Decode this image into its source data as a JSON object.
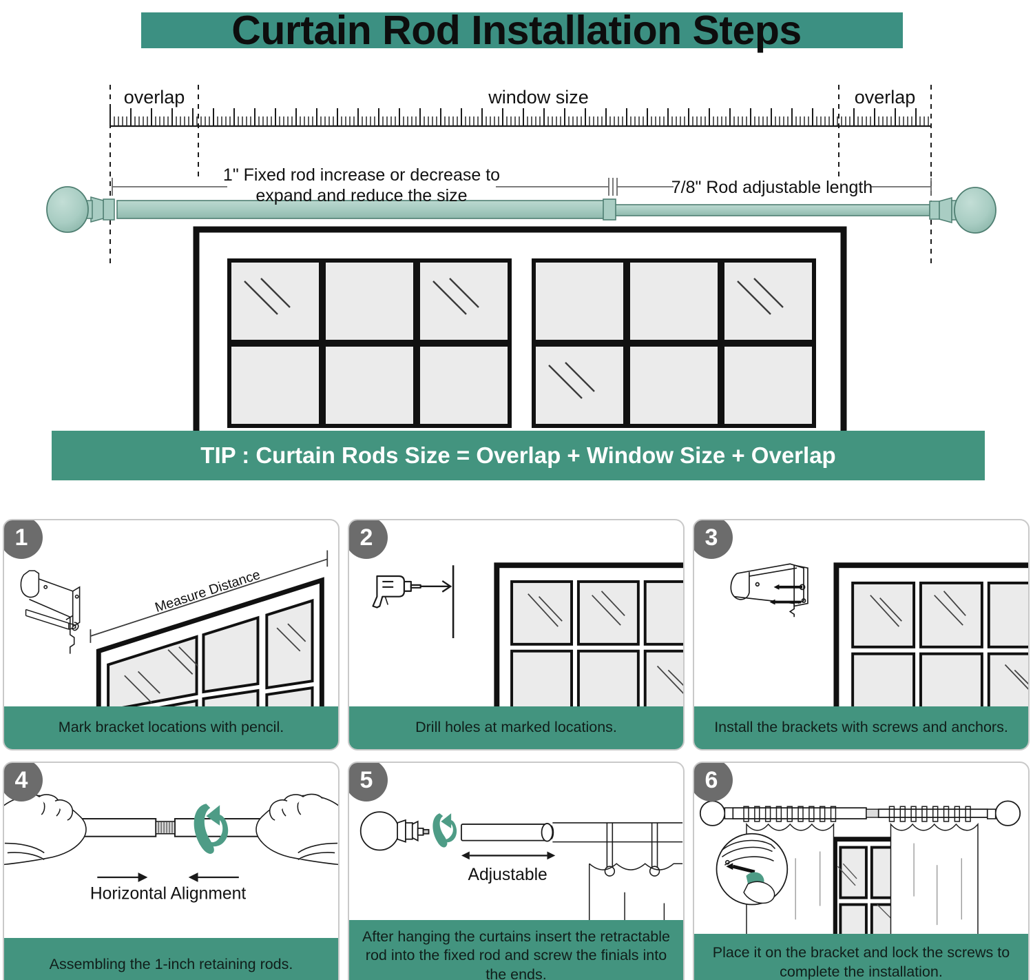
{
  "header": {
    "title": "Curtain Rod Installation Steps",
    "band_color": "#3c9082",
    "title_color": "#0d0d0d"
  },
  "hero": {
    "labels": {
      "overlap_left": "overlap",
      "window_size": "window size",
      "overlap_right": "overlap",
      "fixed_rod_line1": "1\" Fixed rod increase or decrease to",
      "fixed_rod_line2": "expand and reduce the size",
      "adjustable_length": "7/8\" Rod adjustable length"
    },
    "rod_color": "#a9cdc3",
    "rod_outline": "#4f7f72",
    "window_pane_color": "#ebebeb",
    "window_frame_color": "#111111"
  },
  "tip": {
    "text": "TIP : Curtain Rods Size = Overlap + Window Size + Overlap",
    "background": "#43947f",
    "text_color": "#ffffff"
  },
  "steps": [
    {
      "number": "1",
      "caption": "Mark bracket locations with pencil.",
      "annotation": "Measure Distance",
      "icons": [
        "bracket-icon",
        "pencil-icon",
        "window-perspective-icon",
        "dimension-arrow-icon"
      ]
    },
    {
      "number": "2",
      "caption": "Drill holes at marked locations.",
      "annotation": "",
      "icons": [
        "drill-icon",
        "arrow-right-icon",
        "wall-line-icon",
        "window-icon"
      ]
    },
    {
      "number": "3",
      "caption": "Install the brackets with screws and anchors.",
      "annotation": "",
      "icons": [
        "bracket-icon",
        "screw-icon",
        "window-icon"
      ]
    },
    {
      "number": "4",
      "caption": "Assembling the 1-inch retaining rods.",
      "annotation": "Horizontal Alignment",
      "icons": [
        "hand-icon",
        "rod-icon",
        "rotate-icon",
        "arrow-left-icon",
        "arrow-right-icon"
      ]
    },
    {
      "number": "5",
      "caption": "After hanging the curtains insert the retractable rod into the fixed rod and screw the finials into the ends.",
      "annotation": "Adjustable",
      "icons": [
        "finial-icon",
        "rotate-icon",
        "rod-icon",
        "curtain-ring-icon",
        "double-arrow-icon"
      ]
    },
    {
      "number": "6",
      "caption": "Place it on the bracket and lock the screws to complete the installation.",
      "annotation": "",
      "icons": [
        "curtain-rod-assembled-icon",
        "magnifier-icon",
        "screwdriver-icon",
        "window-icon"
      ]
    }
  ],
  "palette": {
    "teal": "#43947f",
    "teal_dark": "#3c9082",
    "badge_gray": "#6c6c6c",
    "sage": "#a9cdc3",
    "sage_outline": "#4f7f72",
    "arrow_green": "#4e9c86",
    "pane_gray": "#ebebeb",
    "line_black": "#111111"
  }
}
